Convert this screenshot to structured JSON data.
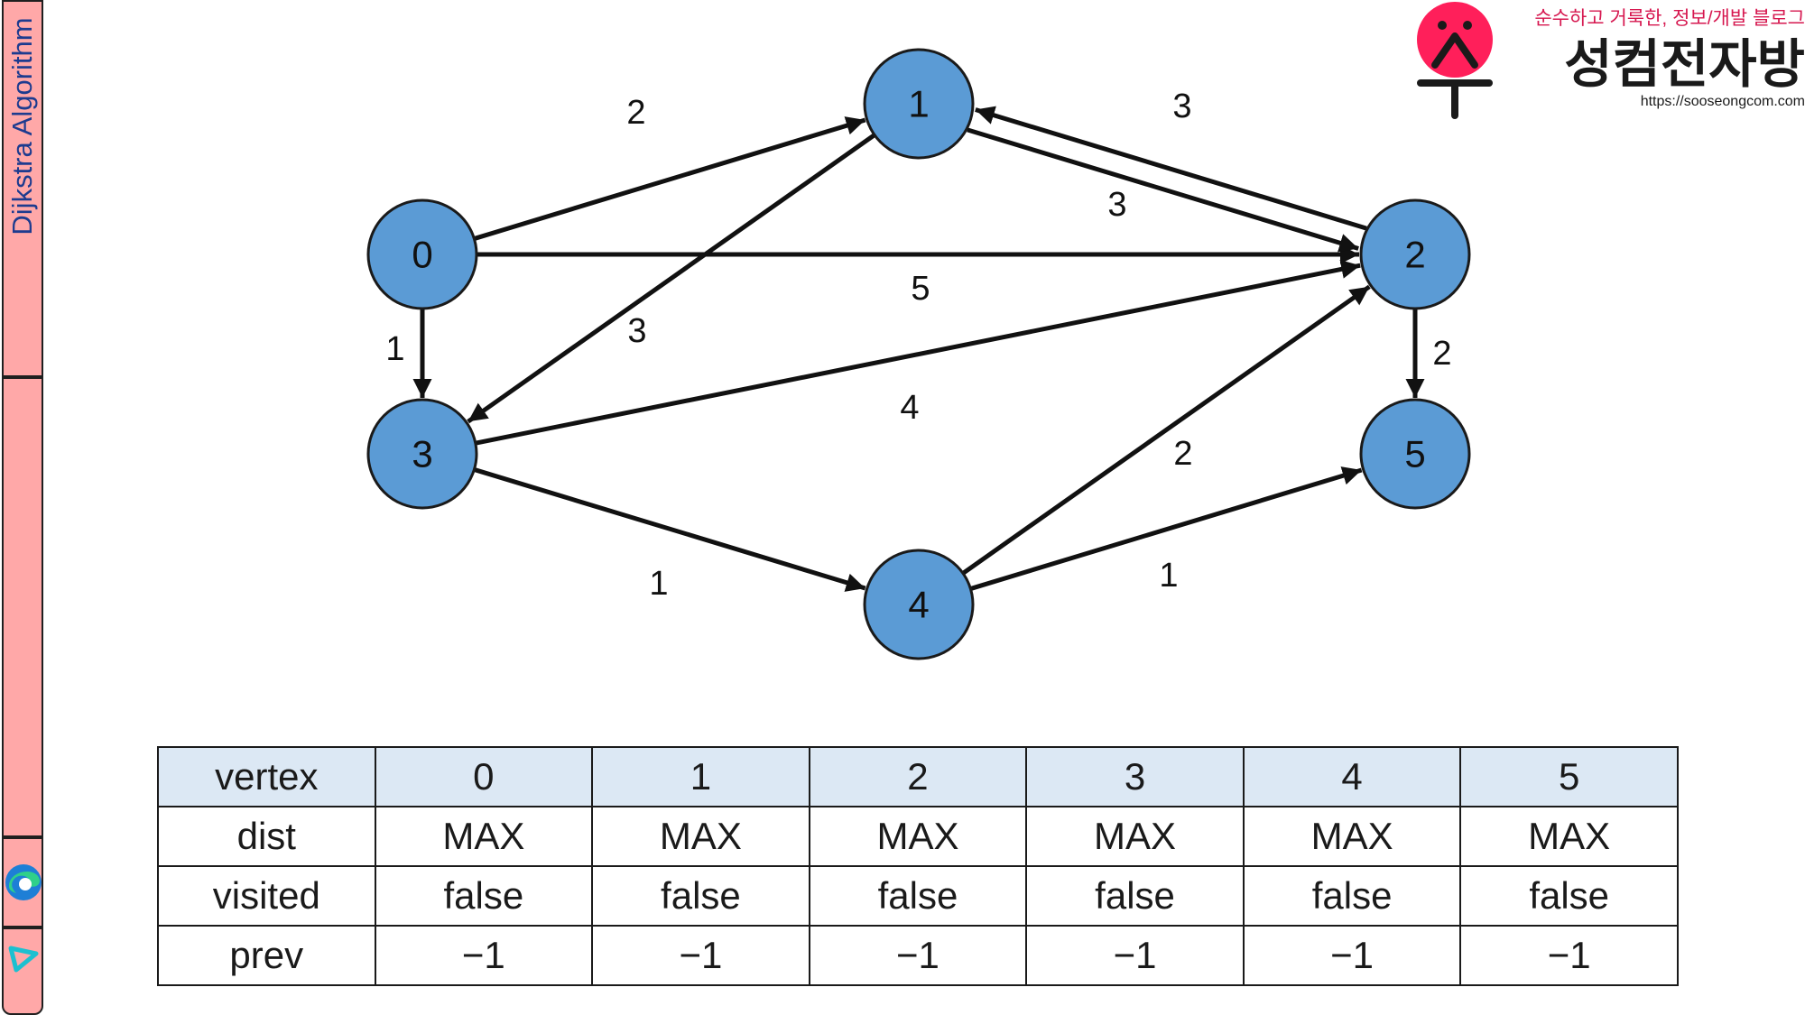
{
  "sidebar": {
    "title": "Dijkstra Algorithm",
    "icons": [
      "edge-browser-icon",
      "app-triangle-icon"
    ]
  },
  "logo": {
    "char": "수",
    "name": "성컴전자방",
    "tagline": "순수하고 거룩한, 정보/개발 블로그",
    "url": "https://sooseongcom.com",
    "color": "#ff1f5a"
  },
  "graph": {
    "node_color": "#5b9bd5",
    "nodes": [
      {
        "id": "0",
        "label": "0"
      },
      {
        "id": "1",
        "label": "1"
      },
      {
        "id": "2",
        "label": "2"
      },
      {
        "id": "3",
        "label": "3"
      },
      {
        "id": "4",
        "label": "4"
      },
      {
        "id": "5",
        "label": "5"
      }
    ],
    "edges": [
      {
        "from": "0",
        "to": "1",
        "weight": "2"
      },
      {
        "from": "0",
        "to": "2",
        "weight": "5"
      },
      {
        "from": "0",
        "to": "3",
        "weight": "1"
      },
      {
        "from": "1",
        "to": "2",
        "weight": "3"
      },
      {
        "from": "1",
        "to": "3",
        "weight": "3"
      },
      {
        "from": "2",
        "to": "1",
        "weight": "3"
      },
      {
        "from": "2",
        "to": "5",
        "weight": "2"
      },
      {
        "from": "3",
        "to": "2",
        "weight": "4"
      },
      {
        "from": "3",
        "to": "4",
        "weight": "1"
      },
      {
        "from": "4",
        "to": "2",
        "weight": "2"
      },
      {
        "from": "4",
        "to": "5",
        "weight": "1"
      }
    ]
  },
  "table": {
    "header": [
      "vertex",
      "0",
      "1",
      "2",
      "3",
      "4",
      "5"
    ],
    "rows": [
      [
        "dist",
        "MAX",
        "MAX",
        "MAX",
        "MAX",
        "MAX",
        "MAX"
      ],
      [
        "visited",
        "false",
        "false",
        "false",
        "false",
        "false",
        "false"
      ],
      [
        "prev",
        "−1",
        "−1",
        "−1",
        "−1",
        "−1",
        "−1"
      ]
    ]
  }
}
